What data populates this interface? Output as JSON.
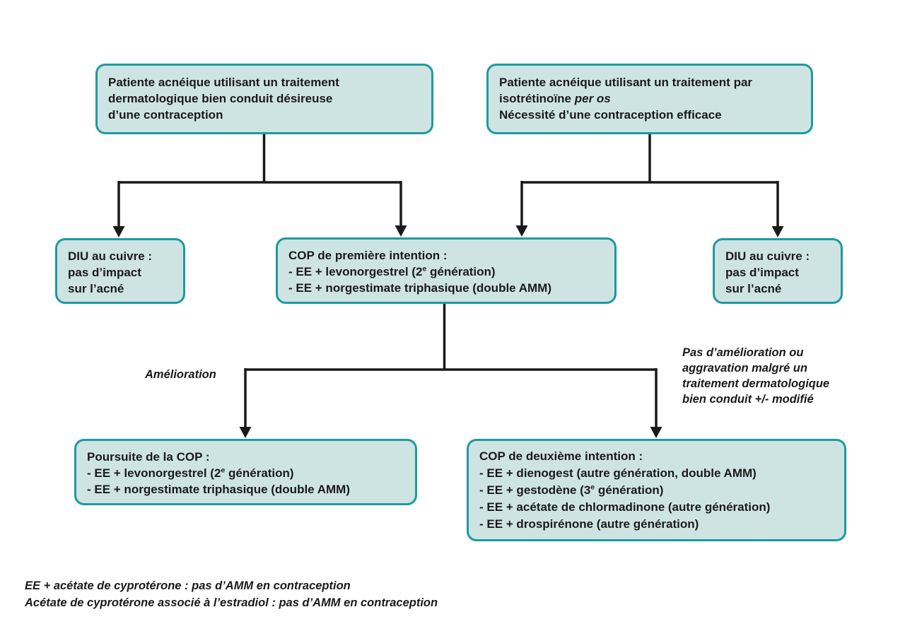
{
  "diagram": {
    "colors": {
      "box_fill": "#cee4e3",
      "box_border": "#1f99a0",
      "line": "#1a1a1a",
      "text": "#1a1a1a"
    },
    "boxes": {
      "patient_dermato": {
        "lines": [
          "Patiente acnéique utilisant un traitement",
          "dermatologique bien conduit désireuse",
          "d’une contraception"
        ]
      },
      "patient_isotretinoine": {
        "lines": [
          "Patiente acnéique utilisant un traitement par",
          "isotrétinoïne *per os*",
          "Nécessité d’une contraception efficace"
        ]
      },
      "diu_left": {
        "lines": [
          "DIU au cuivre :",
          "pas d’impact",
          "sur l’acné"
        ]
      },
      "cop_first": {
        "lines": [
          "COP de première intention :",
          "- EE + levonorgestrel (2^e^ génération)",
          "- EE + norgestimate triphasique (double AMM)"
        ]
      },
      "diu_right": {
        "lines": [
          "DIU au cuivre :",
          "pas d’impact",
          "sur l’acné"
        ]
      },
      "cop_continue": {
        "lines": [
          "Poursuite de la COP :",
          "- EE + levonorgestrel (2^e^ génération)",
          "- EE + norgestimate triphasique (double AMM)"
        ]
      },
      "cop_second": {
        "lines": [
          "COP de deuxième intention :",
          "- EE + dienogest (autre génération, double AMM)",
          "- EE + gestodène (3^e^  génération)",
          "- EE + acétate de chlormadinone (autre génération)",
          "- EE + drospirénone (autre génération)"
        ]
      }
    },
    "labels": {
      "improvement": "Amélioration",
      "no_improvement": {
        "lines": [
          "Pas d’amélioration ou",
          "aggravation malgré un",
          "traitement dermatologique",
          "bien conduit +/- modifié"
        ]
      }
    },
    "footnotes": {
      "lines": [
        "EE + acétate de cyprotérone : pas d’AMM en contraception",
        "Acétate de cyprotérone associé à l’estradiol : pas d’AMM en contraception"
      ]
    }
  }
}
